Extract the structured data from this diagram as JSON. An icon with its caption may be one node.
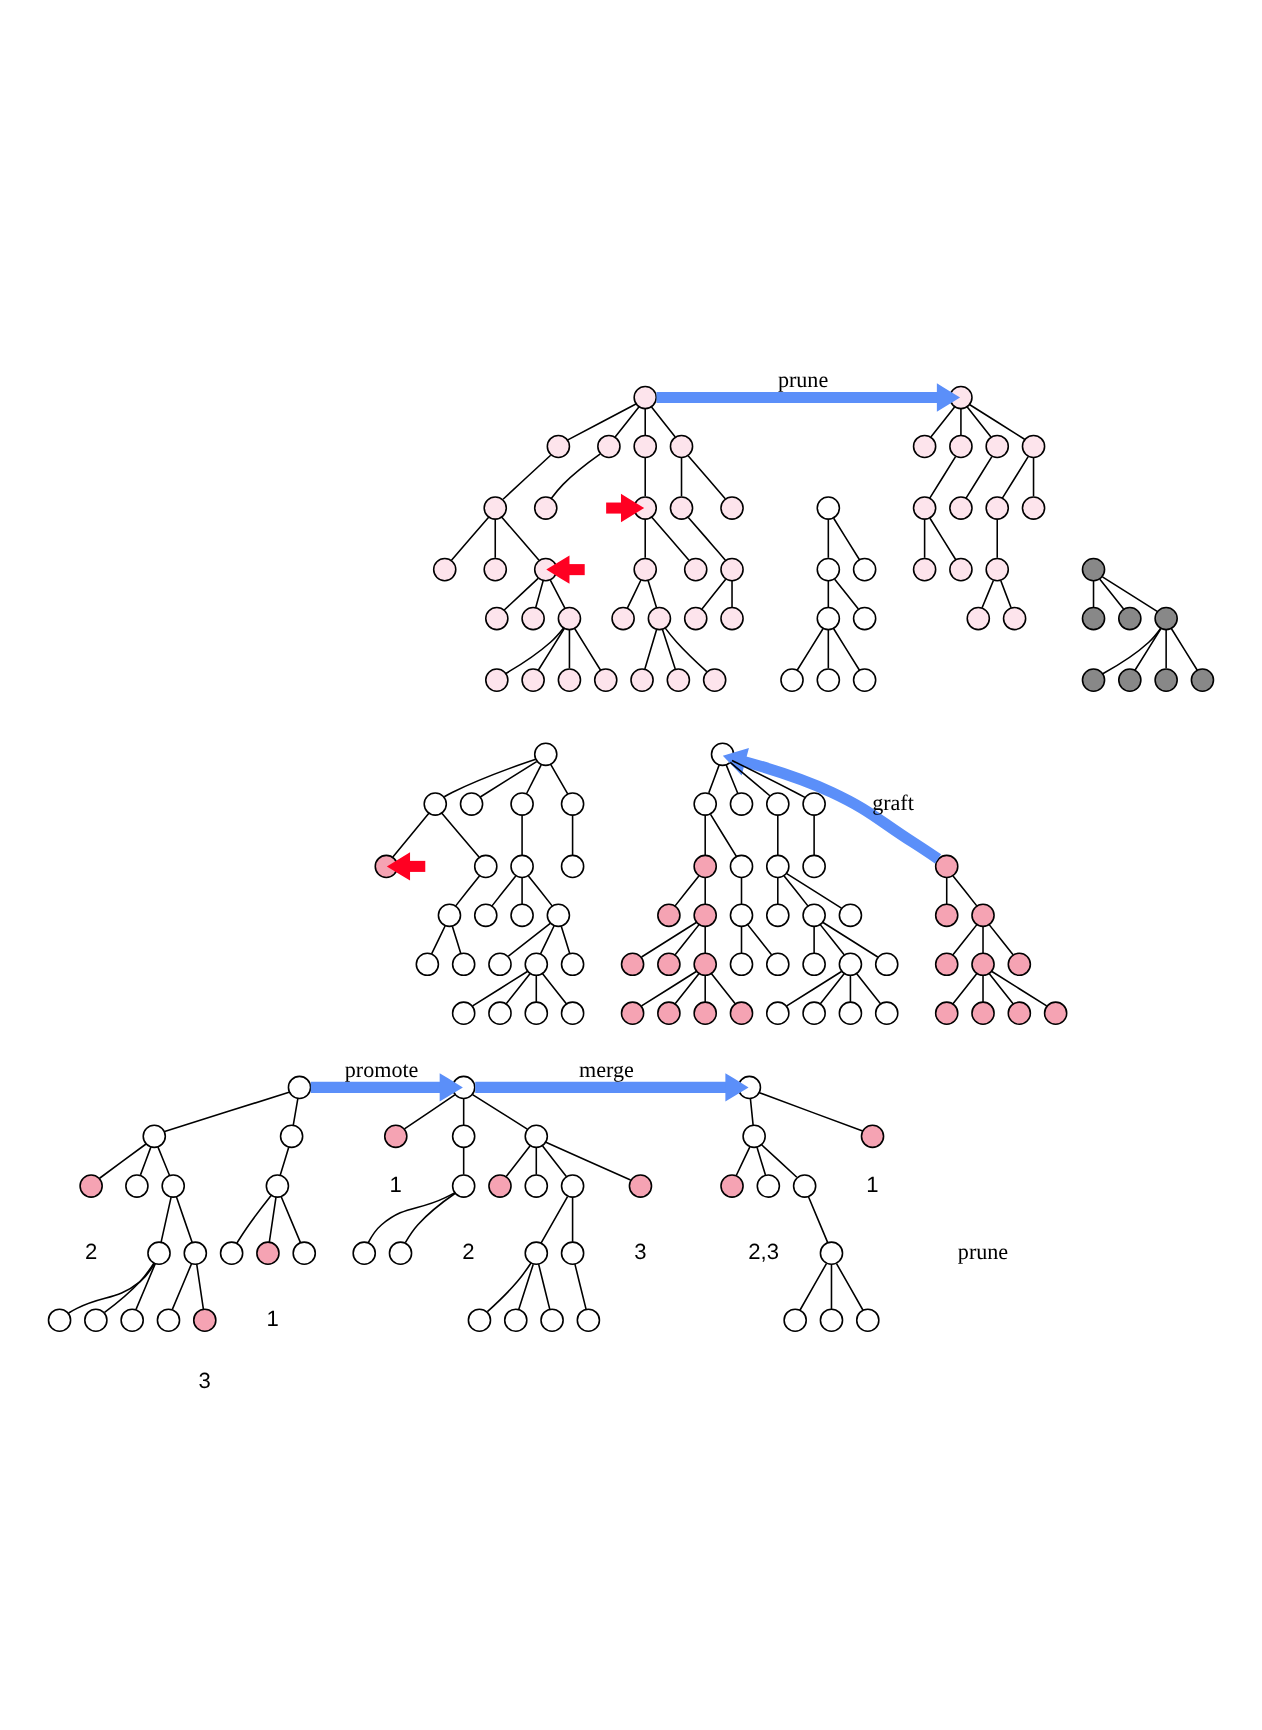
{
  "diagram": {
    "nodes": [
      {
        "text": [],
        "shape": "circle"
      },
      {
        "text": [],
        "shape": "circle"
      },
      {
        "text": [],
        "shape": "circle"
      },
      {
        "text": [],
        "shape": "circle"
      },
      {
        "text": [],
        "shape": "circle"
      },
      {
        "text": [],
        "shape": "circle"
      },
      {
        "text": [],
        "shape": "circle"
      },
      {
        "text": [],
        "shape": "circle"
      },
      {
        "text": [],
        "shape": "circle"
      },
      {
        "text": [],
        "shape": "circle"
      },
      {
        "text": [],
        "shape": "circle"
      },
      {
        "text": [],
        "shape": "circle"
      },
      {
        "text": [],
        "shape": "circle"
      },
      {
        "text": [],
        "shape": "circle"
      },
      {
        "text": [],
        "shape": "circle"
      },
      {
        "text": [],
        "shape": "circle"
      },
      {
        "text": [],
        "shape": "circle"
      },
      {
        "text": [],
        "shape": "circle"
      },
      {
        "text": [],
        "shape": "circle"
      },
      {
        "text": [],
        "shape": "circle"
      },
      {
        "text": [],
        "shape": "circle"
      },
      {
        "text": [],
        "shape": "circle"
      },
      {
        "text": [],
        "shape": "circle"
      },
      {
        "text": [],
        "shape": "circle"
      },
      {
        "text": [],
        "shape": "circle"
      },
      {
        "text": [],
        "shape": "circle"
      },
      {
        "text": [],
        "shape": "circle"
      },
      {
        "text": [],
        "shape": "circle"
      },
      {
        "text": [],
        "shape": "circle"
      },
      {
        "text": [],
        "shape": "circle"
      },
      {
        "text": [],
        "shape": "circle"
      },
      {
        "text": [],
        "shape": "circle"
      },
      {
        "text": [],
        "shape": "circle"
      },
      {
        "text": [],
        "shape": "circle"
      },
      {
        "text": [],
        "shape": "circle"
      },
      {
        "text": [],
        "shape": "circle"
      },
      {
        "text": [],
        "shape": "circle"
      },
      {
        "text": [],
        "shape": "circle"
      },
      {
        "text": [],
        "shape": "circle"
      },
      {
        "text": [],
        "shape": "circle"
      },
      {
        "text": [],
        "shape": "circle"
      },
      {
        "text": [],
        "shape": "circle"
      },
      {
        "text": [],
        "shape": "circle"
      },
      {
        "text": [],
        "shape": "circle"
      },
      {
        "text": [],
        "shape": "circle"
      },
      {
        "text": [],
        "shape": "circle"
      },
      {
        "text": [],
        "shape": "circle"
      },
      {
        "text": [],
        "shape": "circle"
      },
      {
        "text": [],
        "shape": "circle"
      },
      {
        "text": [],
        "shape": "circle"
      },
      {
        "text": [],
        "shape": "circle"
      },
      {
        "text": [],
        "shape": "circle"
      },
      {
        "text": [],
        "shape": "circle"
      },
      {
        "text": [],
        "shape": "circle"
      },
      {
        "text": [],
        "shape": "circle"
      },
      {
        "text": [],
        "shape": "circle"
      },
      {
        "text": [],
        "shape": "circle"
      },
      {
        "text": [],
        "shape": "circle"
      },
      {
        "text": [],
        "shape": "circle"
      },
      {
        "text": [],
        "shape": "circle"
      },
      {
        "text": [],
        "shape": "circle"
      },
      {
        "text": [],
        "shape": "circle"
      },
      {
        "text": [],
        "shape": "circle"
      },
      {
        "text": [],
        "shape": "circle"
      },
      {
        "text": [],
        "shape": "circle"
      },
      {
        "text": [],
        "shape": "circle"
      },
      {
        "text": [],
        "shape": "circle"
      },
      {
        "text": [],
        "shape": "circle"
      },
      {
        "text": [],
        "shape": "circle"
      },
      {
        "text": [],
        "shape": "circle"
      },
      {
        "text": [],
        "shape": "circle"
      },
      {
        "text": [],
        "shape": "circle"
      },
      {
        "text": [],
        "shape": "circle"
      },
      {
        "text": [],
        "shape": "circle"
      },
      {
        "text": [],
        "shape": "circle"
      },
      {
        "text": [],
        "shape": "circle"
      },
      {
        "text": [],
        "shape": "circle"
      },
      {
        "text": [],
        "shape": "circle"
      },
      {
        "text": [],
        "shape": "circle"
      },
      {
        "text": [],
        "shape": "circle"
      },
      {
        "text": [],
        "shape": "circle"
      },
      {
        "text": [],
        "shape": "circle"
      },
      {
        "text": [],
        "shape": "circle"
      },
      {
        "text": [],
        "shape": "circle"
      },
      {
        "text": [],
        "shape": "circle"
      },
      {
        "text": [],
        "shape": "circle"
      },
      {
        "text": [],
        "shape": "circle"
      },
      {
        "text": [],
        "shape": "circle"
      },
      {
        "text": [],
        "shape": "circle"
      },
      {
        "text": [],
        "shape": "circle"
      },
      {
        "text": [],
        "shape": "circle"
      },
      {
        "text": [],
        "shape": "circle"
      },
      {
        "text": [],
        "shape": "circle"
      },
      {
        "text": [],
        "shape": "circle"
      },
      {
        "text": [],
        "shape": "circle"
      },
      {
        "text": [],
        "shape": "circle"
      },
      {
        "text": [],
        "shape": "circle"
      },
      {
        "text": [],
        "shape": "circle"
      },
      {
        "text": [],
        "shape": "circle"
      },
      {
        "text": [],
        "shape": "circle"
      },
      {
        "text": [],
        "shape": "circle"
      },
      {
        "text": [],
        "shape": "circle"
      },
      {
        "text": [],
        "shape": "circle"
      },
      {
        "text": [],
        "shape": "circle"
      },
      {
        "text": [],
        "shape": "circle"
      },
      {
        "text": [],
        "shape": "circle"
      },
      {
        "text": [],
        "shape": "circle"
      },
      {
        "text": [],
        "shape": "circle"
      },
      {
        "text": [],
        "shape": "circle"
      },
      {
        "text": [],
        "shape": "circle"
      },
      {
        "text": [],
        "shape": "circle"
      },
      {
        "text": [],
        "shape": "circle"
      },
      {
        "text": [],
        "shape": "circle"
      },
      {
        "text": [],
        "shape": "circle"
      },
      {
        "text": [],
        "shape": "circle"
      },
      {
        "text": [],
        "shape": "circle"
      },
      {
        "text": [],
        "shape": "circle"
      },
      {
        "text": [],
        "shape": "circle"
      },
      {
        "text": [],
        "shape": "circle"
      },
      {
        "text": [],
        "shape": "circle"
      },
      {
        "text": [],
        "shape": "circle"
      },
      {
        "text": [],
        "shape": "circle"
      },
      {
        "text": [],
        "shape": "circle"
      },
      {
        "text": [],
        "shape": "circle"
      },
      {
        "text": [],
        "shape": "circle"
      },
      {
        "text": [],
        "shape": "circle"
      },
      {
        "text": [],
        "shape": "circle"
      },
      {
        "text": [],
        "shape": "circle",
        "beside": [
          "2"
        ]
      },
      {
        "text": [],
        "shape": "circle"
      },
      {
        "text": [],
        "shape": "circle"
      },
      {
        "text": [],
        "shape": "circle"
      },
      {
        "text": [],
        "shape": "circle",
        "beside": [
          "1"
        ]
      },
      {
        "text": [],
        "shape": "circle"
      },
      {
        "text": [],
        "shape": "circle"
      },
      {
        "text": [],
        "shape": "circle"
      },
      {
        "text": [],
        "shape": "circle"
      },
      {
        "text": [],
        "shape": "circle"
      },
      {
        "text": [],
        "shape": "circle"
      },
      {
        "text": [],
        "shape": "circle",
        "beside": [
          "3"
        ]
      },
      {
        "text": [],
        "shape": "circle"
      },
      {
        "text": [],
        "shape": "circle"
      },
      {
        "text": [],
        "shape": "circle",
        "beside": [
          "1"
        ]
      },
      {
        "text": [],
        "shape": "circle"
      },
      {
        "text": [],
        "shape": "circle"
      },
      {
        "text": [],
        "shape": "circle"
      },
      {
        "text": [],
        "shape": "circle",
        "beside": [
          "2"
        ]
      },
      {
        "text": [],
        "shape": "circle"
      },
      {
        "text": [],
        "shape": "circle"
      },
      {
        "text": [],
        "shape": "circle",
        "beside": [
          "3"
        ]
      },
      {
        "text": [],
        "shape": "circle"
      },
      {
        "text": [],
        "shape": "circle"
      },
      {
        "text": [],
        "shape": "circle"
      },
      {
        "text": [],
        "shape": "circle"
      },
      {
        "text": [],
        "shape": "circle"
      },
      {
        "text": [],
        "shape": "circle"
      },
      {
        "text": [],
        "shape": "circle"
      },
      {
        "text": [],
        "shape": "circle"
      },
      {
        "text": [],
        "shape": "circle"
      },
      {
        "text": [],
        "shape": "circle",
        "beside": [
          "1"
        ]
      },
      {
        "text": [],
        "shape": "circle"
      },
      {
        "text": [],
        "shape": "circle",
        "beside": [
          "2,3"
        ]
      },
      {
        "text": [],
        "shape": "circle"
      },
      {
        "text": [],
        "shape": "circle"
      },
      {
        "text": [],
        "shape": "circle"
      },
      {
        "text": [],
        "shape": "circle"
      },
      {
        "text": [],
        "shape": "circle"
      },
      {
        "text": [],
        "shape": "circle"
      }
    ],
    "edges": [
      {
        "from": 0,
        "to": 1,
        "arrow": "none"
      },
      {
        "from": 0,
        "to": 2,
        "arrow": "none"
      },
      {
        "from": 0,
        "to": 3,
        "arrow": "none"
      },
      {
        "from": 0,
        "to": 4,
        "arrow": "none"
      },
      {
        "from": 1,
        "to": 5,
        "arrow": "none"
      },
      {
        "from": 2,
        "to": 6,
        "arrow": "none"
      },
      {
        "from": 3,
        "to": 7,
        "arrow": "none"
      },
      {
        "from": 4,
        "to": 8,
        "arrow": "none"
      },
      {
        "from": 4,
        "to": 9,
        "arrow": "none"
      },
      {
        "from": 5,
        "to": 10,
        "arrow": "none"
      },
      {
        "from": 5,
        "to": 11,
        "arrow": "none"
      },
      {
        "from": 6,
        "to": 12,
        "arrow": "none"
      },
      {
        "from": 6,
        "to": 13,
        "arrow": "none"
      },
      {
        "from": 6,
        "to": 14,
        "arrow": "none"
      },
      {
        "from": 8,
        "to": 15,
        "arrow": "none"
      },
      {
        "from": 10,
        "to": 16,
        "arrow": "none"
      },
      {
        "from": 10,
        "to": 17,
        "arrow": "none"
      },
      {
        "from": 13,
        "to": 18,
        "arrow": "none"
      },
      {
        "from": 13,
        "to": 19,
        "arrow": "none"
      },
      {
        "from": 13,
        "to": 20,
        "arrow": "none"
      },
      {
        "from": 15,
        "to": 21,
        "arrow": "none"
      },
      {
        "from": 15,
        "to": 22,
        "arrow": "none"
      },
      {
        "from": 16,
        "to": 23,
        "arrow": "none"
      },
      {
        "from": 16,
        "to": 24,
        "arrow": "none"
      },
      {
        "from": 16,
        "to": 25,
        "arrow": "none"
      },
      {
        "from": 20,
        "to": 26,
        "arrow": "none"
      },
      {
        "from": 20,
        "to": 27,
        "arrow": "none"
      },
      {
        "from": 20,
        "to": 28,
        "arrow": "none"
      },
      {
        "from": 20,
        "to": 29,
        "arrow": "none"
      },
      {
        "from": 30,
        "to": 31,
        "arrow": "none"
      },
      {
        "from": 30,
        "to": 32,
        "arrow": "none"
      },
      {
        "from": 31,
        "to": 33,
        "arrow": "none"
      },
      {
        "from": 31,
        "to": 34,
        "arrow": "none"
      },
      {
        "from": 33,
        "to": 35,
        "arrow": "none"
      },
      {
        "from": 33,
        "to": 36,
        "arrow": "none"
      },
      {
        "from": 33,
        "to": 37,
        "arrow": "none"
      },
      {
        "from": 38,
        "to": 39,
        "arrow": "none"
      },
      {
        "from": 38,
        "to": 40,
        "arrow": "none"
      },
      {
        "from": 38,
        "to": 41,
        "arrow": "none"
      },
      {
        "from": 38,
        "to": 42,
        "arrow": "none"
      },
      {
        "from": 40,
        "to": 43,
        "arrow": "none"
      },
      {
        "from": 41,
        "to": 44,
        "arrow": "none"
      },
      {
        "from": 42,
        "to": 45,
        "arrow": "none"
      },
      {
        "from": 42,
        "to": 46,
        "arrow": "none"
      },
      {
        "from": 43,
        "to": 47,
        "arrow": "none"
      },
      {
        "from": 43,
        "to": 48,
        "arrow": "none"
      },
      {
        "from": 45,
        "to": 49,
        "arrow": "none"
      },
      {
        "from": 49,
        "to": 50,
        "arrow": "none"
      },
      {
        "from": 49,
        "to": 51,
        "arrow": "none"
      },
      {
        "from": 52,
        "to": 53,
        "arrow": "none"
      },
      {
        "from": 52,
        "to": 54,
        "arrow": "none"
      },
      {
        "from": 52,
        "to": 55,
        "arrow": "none"
      },
      {
        "from": 55,
        "to": 56,
        "arrow": "none"
      },
      {
        "from": 55,
        "to": 57,
        "arrow": "none"
      },
      {
        "from": 55,
        "to": 58,
        "arrow": "none"
      },
      {
        "from": 55,
        "to": 59,
        "arrow": "none"
      },
      {
        "from": 60,
        "to": 61,
        "arrow": "none"
      },
      {
        "from": 60,
        "to": 62,
        "arrow": "none"
      },
      {
        "from": 60,
        "to": 63,
        "arrow": "none"
      },
      {
        "from": 60,
        "to": 64,
        "arrow": "none"
      },
      {
        "from": 62,
        "to": 65,
        "arrow": "none"
      },
      {
        "from": 63,
        "to": 66,
        "arrow": "none"
      },
      {
        "from": 64,
        "to": 67,
        "arrow": "none"
      },
      {
        "from": 64,
        "to": 68,
        "arrow": "none"
      },
      {
        "from": 65,
        "to": 69,
        "arrow": "none"
      },
      {
        "from": 65,
        "to": 70,
        "arrow": "none"
      },
      {
        "from": 65,
        "to": 71,
        "arrow": "none"
      },
      {
        "from": 67,
        "to": 72,
        "arrow": "none"
      },
      {
        "from": 70,
        "to": 73,
        "arrow": "none"
      },
      {
        "from": 70,
        "to": 74,
        "arrow": "none"
      },
      {
        "from": 70,
        "to": 75,
        "arrow": "none"
      },
      {
        "from": 72,
        "to": 76,
        "arrow": "none"
      },
      {
        "from": 72,
        "to": 77,
        "arrow": "none"
      },
      {
        "from": 75,
        "to": 78,
        "arrow": "none"
      },
      {
        "from": 75,
        "to": 79,
        "arrow": "none"
      },
      {
        "from": 75,
        "to": 80,
        "arrow": "none"
      },
      {
        "from": 75,
        "to": 81,
        "arrow": "none"
      },
      {
        "from": 82,
        "to": 83,
        "arrow": "none"
      },
      {
        "from": 82,
        "to": 84,
        "arrow": "none"
      },
      {
        "from": 84,
        "to": 85,
        "arrow": "none"
      },
      {
        "from": 84,
        "to": 86,
        "arrow": "none"
      },
      {
        "from": 84,
        "to": 87,
        "arrow": "none"
      },
      {
        "from": 86,
        "to": 88,
        "arrow": "none"
      },
      {
        "from": 86,
        "to": 89,
        "arrow": "none"
      },
      {
        "from": 86,
        "to": 90,
        "arrow": "none"
      },
      {
        "from": 86,
        "to": 91,
        "arrow": "none"
      },
      {
        "from": 92,
        "to": 93,
        "arrow": "none"
      },
      {
        "from": 92,
        "to": 94,
        "arrow": "none"
      },
      {
        "from": 92,
        "to": 95,
        "arrow": "none"
      },
      {
        "from": 92,
        "to": 96,
        "arrow": "none"
      },
      {
        "from": 94,
        "to": 97,
        "arrow": "none"
      },
      {
        "from": 95,
        "to": 98,
        "arrow": "none"
      },
      {
        "from": 96,
        "to": 99,
        "arrow": "none"
      },
      {
        "from": 96,
        "to": 100,
        "arrow": "none"
      },
      {
        "from": 97,
        "to": 101,
        "arrow": "none"
      },
      {
        "from": 97,
        "to": 102,
        "arrow": "none"
      },
      {
        "from": 97,
        "to": 103,
        "arrow": "none"
      },
      {
        "from": 99,
        "to": 104,
        "arrow": "none"
      },
      {
        "from": 100,
        "to": 105,
        "arrow": "none"
      },
      {
        "from": 100,
        "to": 106,
        "arrow": "none"
      },
      {
        "from": 102,
        "to": 107,
        "arrow": "none"
      },
      {
        "from": 102,
        "to": 108,
        "arrow": "none"
      },
      {
        "from": 102,
        "to": 109,
        "arrow": "none"
      },
      {
        "from": 104,
        "to": 110,
        "arrow": "none"
      },
      {
        "from": 104,
        "to": 111,
        "arrow": "none"
      },
      {
        "from": 106,
        "to": 112,
        "arrow": "none"
      },
      {
        "from": 106,
        "to": 113,
        "arrow": "none"
      },
      {
        "from": 106,
        "to": 114,
        "arrow": "none"
      },
      {
        "from": 109,
        "to": 115,
        "arrow": "none"
      },
      {
        "from": 109,
        "to": 116,
        "arrow": "none"
      },
      {
        "from": 109,
        "to": 117,
        "arrow": "none"
      },
      {
        "from": 109,
        "to": 118,
        "arrow": "none"
      },
      {
        "from": 113,
        "to": 119,
        "arrow": "none"
      },
      {
        "from": 113,
        "to": 120,
        "arrow": "none"
      },
      {
        "from": 113,
        "to": 121,
        "arrow": "none"
      },
      {
        "from": 113,
        "to": 122,
        "arrow": "none"
      },
      {
        "from": 123,
        "to": 124,
        "arrow": "none"
      },
      {
        "from": 123,
        "to": 125,
        "arrow": "none"
      },
      {
        "from": 124,
        "to": 126,
        "arrow": "none"
      },
      {
        "from": 125,
        "to": 127,
        "arrow": "none"
      },
      {
        "from": 125,
        "to": 128,
        "arrow": "none"
      },
      {
        "from": 125,
        "to": 129,
        "arrow": "none"
      },
      {
        "from": 126,
        "to": 130,
        "arrow": "none"
      },
      {
        "from": 126,
        "to": 131,
        "arrow": "none"
      },
      {
        "from": 126,
        "to": 132,
        "arrow": "none"
      },
      {
        "from": 129,
        "to": 133,
        "arrow": "none"
      },
      {
        "from": 129,
        "to": 134,
        "arrow": "none"
      },
      {
        "from": 133,
        "to": 135,
        "arrow": "none"
      },
      {
        "from": 133,
        "to": 136,
        "arrow": "none"
      },
      {
        "from": 133,
        "to": 137,
        "arrow": "none"
      },
      {
        "from": 134,
        "to": 138,
        "arrow": "none"
      },
      {
        "from": 134,
        "to": 139,
        "arrow": "none"
      },
      {
        "from": 140,
        "to": 141,
        "arrow": "none"
      },
      {
        "from": 140,
        "to": 142,
        "arrow": "none"
      },
      {
        "from": 140,
        "to": 143,
        "arrow": "none"
      },
      {
        "from": 142,
        "to": 144,
        "arrow": "none"
      },
      {
        "from": 143,
        "to": 145,
        "arrow": "none"
      },
      {
        "from": 143,
        "to": 146,
        "arrow": "none"
      },
      {
        "from": 143,
        "to": 147,
        "arrow": "none"
      },
      {
        "from": 143,
        "to": 148,
        "arrow": "none"
      },
      {
        "from": 144,
        "to": 149,
        "arrow": "none"
      },
      {
        "from": 144,
        "to": 150,
        "arrow": "none"
      },
      {
        "from": 147,
        "to": 151,
        "arrow": "none"
      },
      {
        "from": 147,
        "to": 152,
        "arrow": "none"
      },
      {
        "from": 151,
        "to": 153,
        "arrow": "none"
      },
      {
        "from": 151,
        "to": 154,
        "arrow": "none"
      },
      {
        "from": 151,
        "to": 155,
        "arrow": "none"
      },
      {
        "from": 152,
        "to": 156,
        "arrow": "none"
      },
      {
        "from": 157,
        "to": 158,
        "arrow": "none"
      },
      {
        "from": 157,
        "to": 159,
        "arrow": "none"
      },
      {
        "from": 159,
        "to": 160,
        "arrow": "none"
      },
      {
        "from": 159,
        "to": 161,
        "arrow": "none"
      },
      {
        "from": 159,
        "to": 162,
        "arrow": "none"
      },
      {
        "from": 162,
        "to": 163,
        "arrow": "none"
      },
      {
        "from": 163,
        "to": 164,
        "arrow": "none"
      },
      {
        "from": 163,
        "to": 165,
        "arrow": "none"
      },
      {
        "from": 163,
        "to": 166,
        "arrow": "none"
      },
      {
        "from": null,
        "to": 5,
        "arrow": "to",
        "style": "thick",
        "color": "#ff0022"
      },
      {
        "from": null,
        "to": 13,
        "arrow": "to",
        "style": "thick",
        "color": "#ff0022"
      },
      {
        "from": 0,
        "to": 38,
        "arrow": "to",
        "label": "prune",
        "style": "thick",
        "color": "#5b8ff9"
      },
      {
        "from": null,
        "to": 68,
        "arrow": "to",
        "style": "thick",
        "color": "#ff0022"
      },
      {
        "from": 82,
        "to": 92,
        "arrow": "to",
        "label": "graft",
        "style": "thick",
        "color": "#5b8ff9"
      },
      {
        "from": 123,
        "to": 140,
        "arrow": "to",
        "label": "promote",
        "style": "thick",
        "color": "#5b8ff9"
      },
      {
        "from": 140,
        "to": 157,
        "arrow": "to",
        "label": "merge",
        "style": "thick",
        "color": "#5b8ff9"
      }
    ],
    "labels": [
      "prune"
    ]
  }
}
